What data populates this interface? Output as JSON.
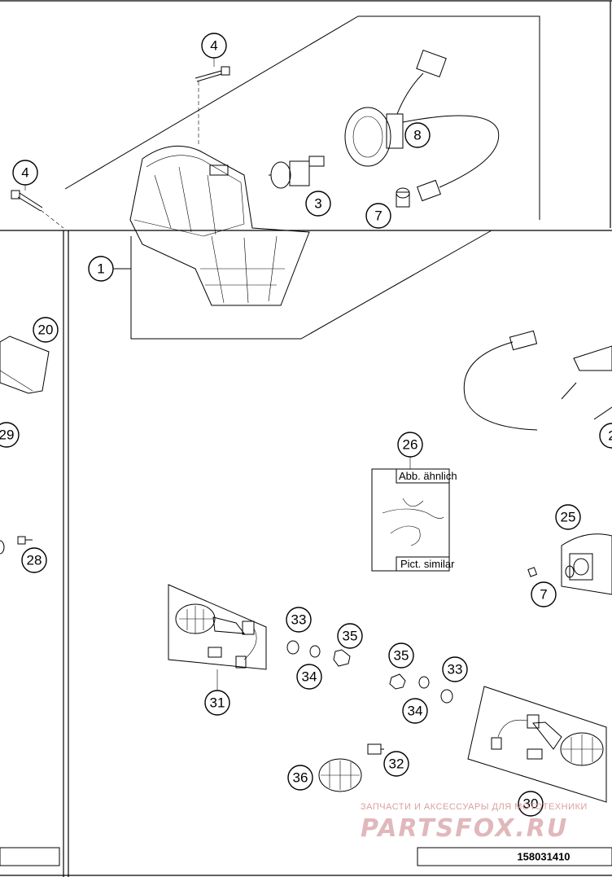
{
  "callouts": [
    {
      "id": "c-4a",
      "label": "4"
    },
    {
      "id": "c-4b",
      "label": "4"
    },
    {
      "id": "c-1",
      "label": "1"
    },
    {
      "id": "c-3",
      "label": "3"
    },
    {
      "id": "c-8",
      "label": "8"
    },
    {
      "id": "c-7a",
      "label": "7"
    },
    {
      "id": "c-20",
      "label": "20"
    },
    {
      "id": "c-29",
      "label": "29"
    },
    {
      "id": "c-28",
      "label": "28"
    },
    {
      "id": "c-26",
      "label": "26"
    },
    {
      "id": "c-25",
      "label": "25"
    },
    {
      "id": "c-7b",
      "label": "7"
    },
    {
      "id": "c-33a",
      "label": "33"
    },
    {
      "id": "c-35a",
      "label": "35"
    },
    {
      "id": "c-34a",
      "label": "34"
    },
    {
      "id": "c-35b",
      "label": "35"
    },
    {
      "id": "c-33b",
      "label": "33"
    },
    {
      "id": "c-34b",
      "label": "34"
    },
    {
      "id": "c-31",
      "label": "31"
    },
    {
      "id": "c-32",
      "label": "32"
    },
    {
      "id": "c-36",
      "label": "36"
    },
    {
      "id": "c-30",
      "label": "30"
    },
    {
      "id": "c-2p",
      "label": "2"
    }
  ],
  "inset": {
    "label_top": "Abb. ähnlich",
    "label_bottom": "Pict. similar"
  },
  "document_number": "158031410",
  "watermark": {
    "line1": "ЗАПЧАСТИ И АКСЕССУАРЫ ДЛЯ МОТОТЕХНИКИ",
    "line2": "PARTSFOX.RU"
  },
  "colors": {
    "line": "#000000",
    "background": "#ffffff",
    "watermark": "#e0b8bc"
  }
}
